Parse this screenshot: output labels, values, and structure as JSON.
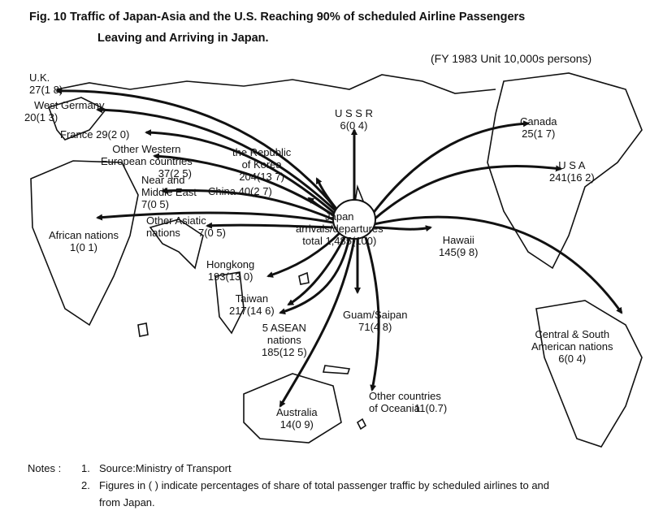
{
  "title": {
    "line1": "Fig. 10  Traffic of Japan-Asia and the U.S. Reaching 90% of scheduled Airline Passengers",
    "line2": "Leaving and Arriving in Japan."
  },
  "unit_note": "(FY 1983 Unit  10,000s persons)",
  "hub": {
    "name": "Japan",
    "line2": "arrivals/departures",
    "line3": "total 1,485(100)"
  },
  "destinations": [
    {
      "id": "uk",
      "name": "U.K.",
      "value": "27(1 8)"
    },
    {
      "id": "west-germany",
      "name": "West Germany",
      "value": "20(1 3)"
    },
    {
      "id": "france",
      "name": "France",
      "value": "29(2 0)"
    },
    {
      "id": "other-western-europe",
      "name": "Other Western\nEuropean countries",
      "value": "37(2 5)"
    },
    {
      "id": "near-middle-east",
      "name": "Near and\nMiddle East",
      "value": "7(0 5)"
    },
    {
      "id": "african-nations",
      "name": "African nations",
      "value": "1(0 1)"
    },
    {
      "id": "ussr",
      "name": "U S S R",
      "value": "6(0 4)"
    },
    {
      "id": "korea",
      "name": "the Republic\nof Korea",
      "value": "204(13 7)"
    },
    {
      "id": "china",
      "name": "China",
      "value": "40(2 7)"
    },
    {
      "id": "other-asiatic",
      "name": "Other Asiatic\nnations",
      "value": "7(0 5)"
    },
    {
      "id": "hongkong",
      "name": "Hongkong",
      "value": "193(13 0)"
    },
    {
      "id": "taiwan",
      "name": "Taiwan",
      "value": "217(14 6)"
    },
    {
      "id": "asean",
      "name": "5 ASEAN\nnations",
      "value": "185(12 5)"
    },
    {
      "id": "guam-saipan",
      "name": "Guam/Saipan",
      "value": "71(4 8)"
    },
    {
      "id": "australia",
      "name": "Australia",
      "value": "14(0 9)"
    },
    {
      "id": "other-oceania",
      "name": "Other countries\nof Oceania",
      "value": "11(0.7)"
    },
    {
      "id": "hawaii",
      "name": "Hawaii",
      "value": "145(9 8)"
    },
    {
      "id": "canada",
      "name": "Canada",
      "value": "25(1 7)"
    },
    {
      "id": "usa",
      "name": "U S A",
      "value": "241(16 2)"
    },
    {
      "id": "central-south-america",
      "name": "Central & South\nAmerican nations",
      "value": "6(0 4)"
    }
  ],
  "notes": {
    "heading": "Notes :",
    "items": [
      {
        "num": "1.",
        "text": "Source:Ministry of Transport"
      },
      {
        "num": "2.",
        "text": "Figures in ( ) indicate percentages of share of total passenger traffic by scheduled airlines to and",
        "cont": "from Japan."
      }
    ]
  }
}
